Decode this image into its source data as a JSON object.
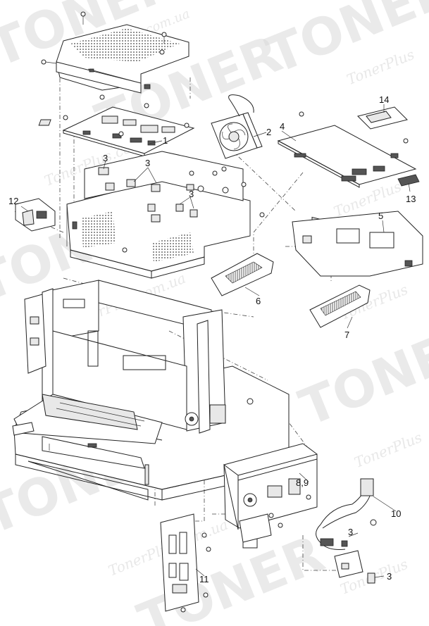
{
  "watermarks": {
    "brand_large": "TONER",
    "brand_script": "TonerPlus",
    "brand_domain": "TonerPlus.com.ua",
    "domain_fragment": ".com.ua"
  },
  "callouts": [
    {
      "id": "c1",
      "label": "1"
    },
    {
      "id": "c2",
      "label": "2"
    },
    {
      "id": "c3a",
      "label": "3"
    },
    {
      "id": "c3b",
      "label": "3"
    },
    {
      "id": "c3c",
      "label": "3"
    },
    {
      "id": "c3d",
      "label": "3"
    },
    {
      "id": "c3e",
      "label": "3"
    },
    {
      "id": "c4",
      "label": "4"
    },
    {
      "id": "c5",
      "label": "5"
    },
    {
      "id": "c6",
      "label": "6"
    },
    {
      "id": "c7",
      "label": "7"
    },
    {
      "id": "c89",
      "label": "8,9"
    },
    {
      "id": "c10",
      "label": "10"
    },
    {
      "id": "c11",
      "label": "11"
    },
    {
      "id": "c12",
      "label": "12"
    },
    {
      "id": "c13",
      "label": "13"
    },
    {
      "id": "c14",
      "label": "14"
    }
  ]
}
